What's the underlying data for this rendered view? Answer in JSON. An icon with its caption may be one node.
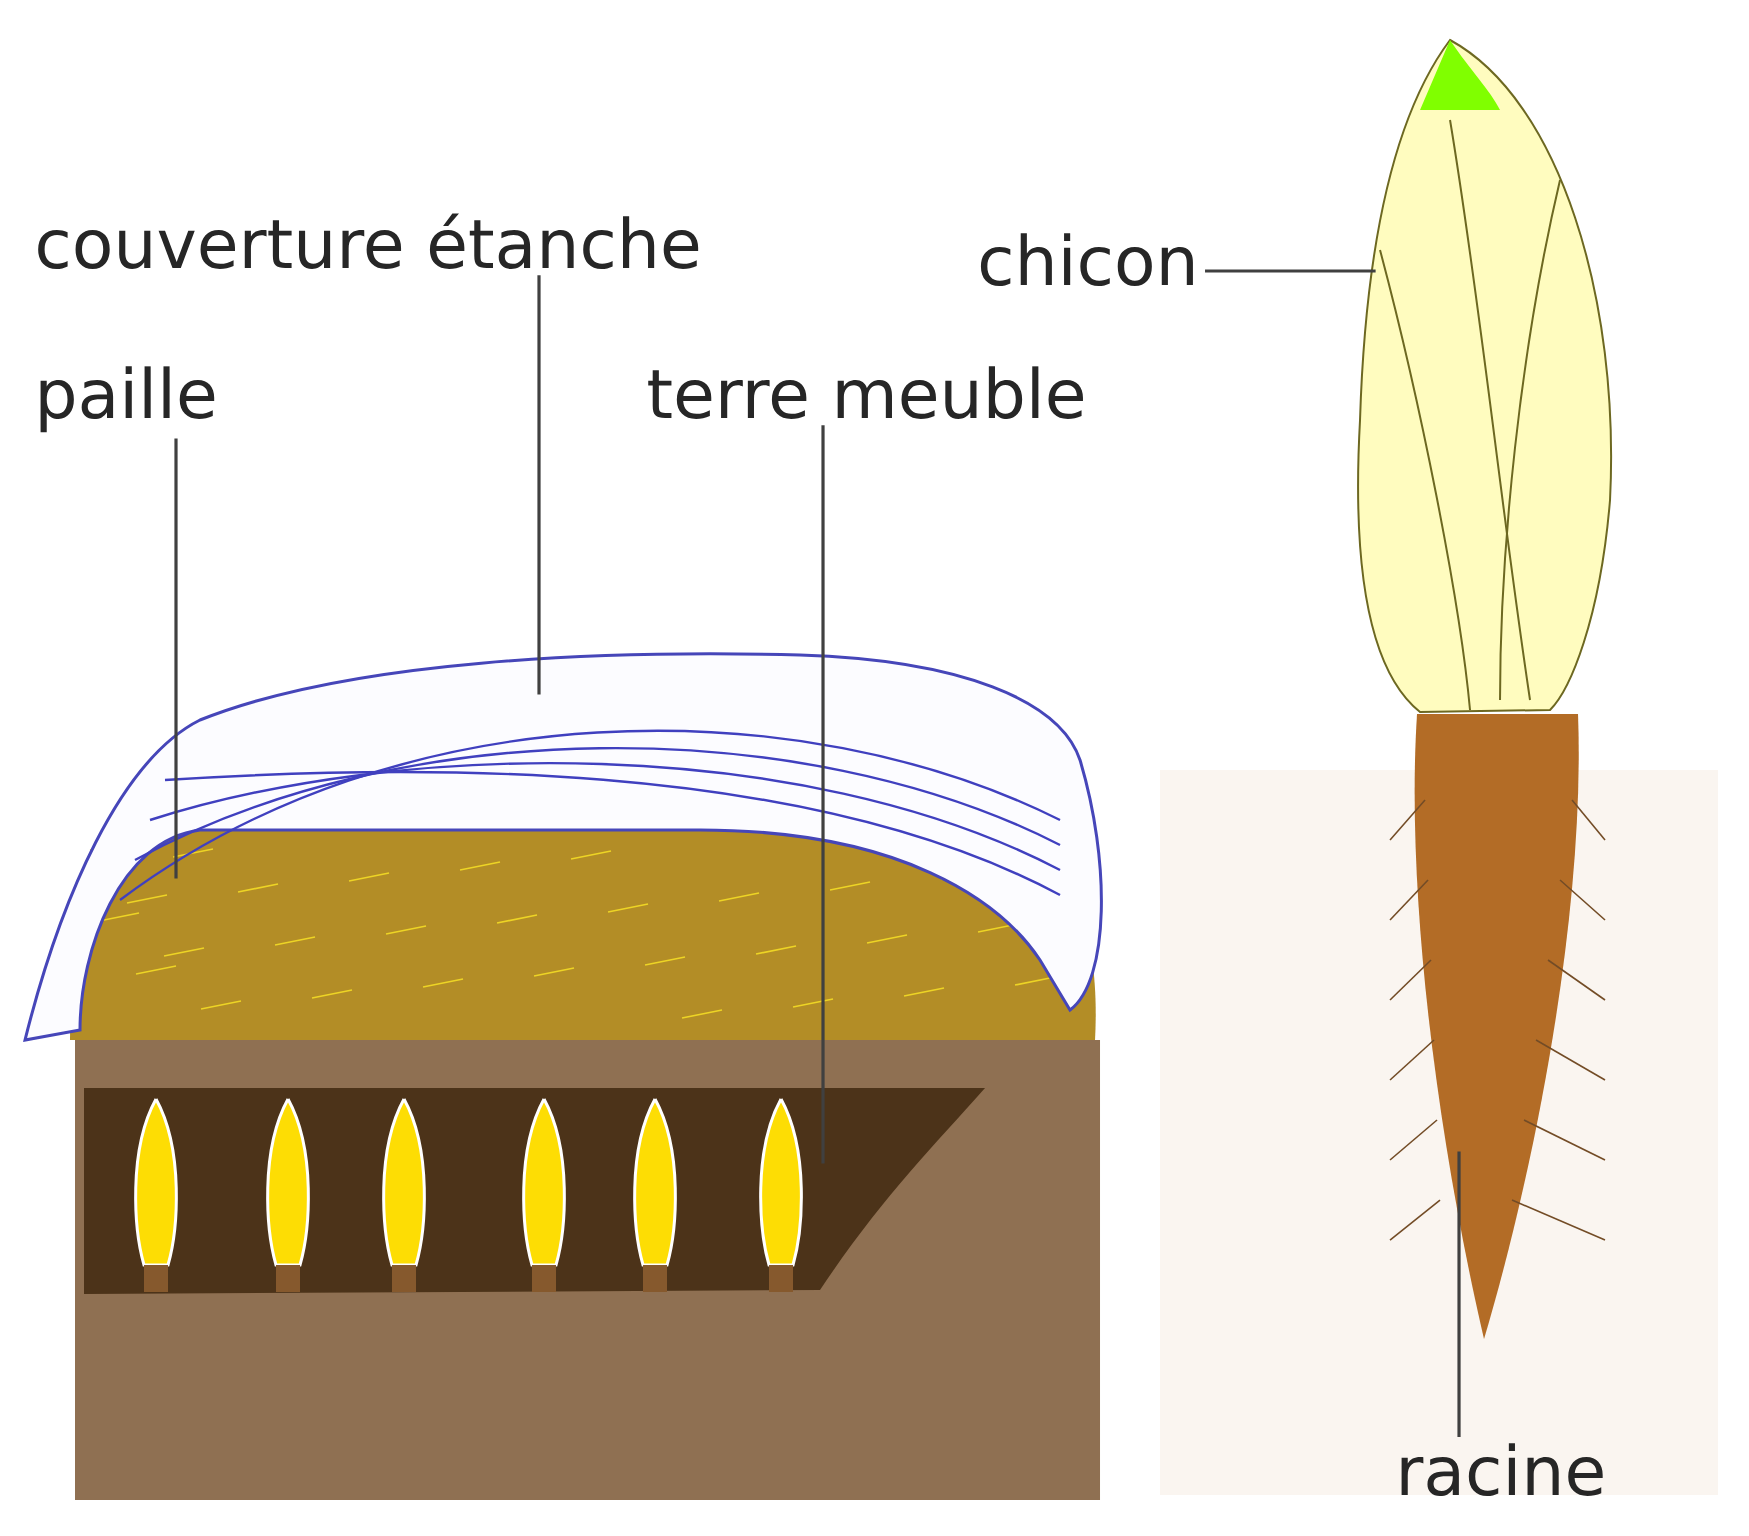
{
  "diagram": {
    "nodes": [
      {
        "text": [
          "couverture étanche"
        ]
      },
      {
        "text": [],
        "shape": "picture"
      },
      {
        "text": [
          "paille"
        ]
      },
      {
        "text": [],
        "shape": "picture"
      },
      {
        "text": [
          "terre meuble"
        ]
      },
      {
        "text": [],
        "shape": "picture"
      },
      {
        "text": [
          "chicon"
        ]
      },
      {
        "text": [],
        "shape": "picture"
      },
      {
        "text": [
          "racine"
        ]
      },
      {
        "text": [],
        "shape": "picture"
      }
    ],
    "edges": [
      {
        "from": 0,
        "to": 1,
        "arrow": "none"
      },
      {
        "from": 2,
        "to": 3,
        "arrow": "none"
      },
      {
        "from": 4,
        "to": 5,
        "arrow": "none"
      },
      {
        "from": 6,
        "to": 7,
        "arrow": "none"
      },
      {
        "from": 8,
        "to": 9,
        "arrow": "none"
      }
    ]
  }
}
